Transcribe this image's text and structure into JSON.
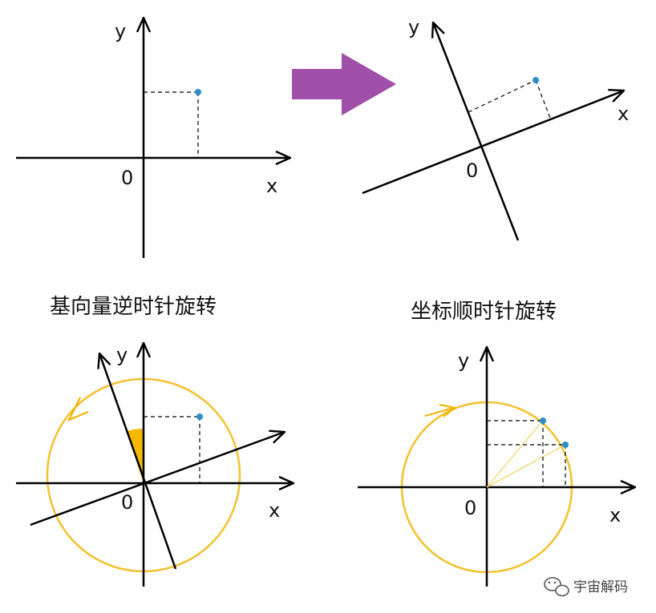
{
  "colors": {
    "axis": "#000000",
    "dashed": "#000000",
    "point": "#2a8fc4",
    "circle": "#f2c12e",
    "circle_arrow": "#f2b500",
    "angle_fill": "#f5b800",
    "guide_lines": "#f2d46a",
    "big_arrow": "#a050a8"
  },
  "panels": {
    "top_left": {
      "y_label": "y",
      "x_label": "x",
      "origin_label": "0"
    },
    "top_right": {
      "y_label": "y",
      "x_label": "x",
      "origin_label": "0"
    },
    "bottom_left": {
      "y_label": "y",
      "x_label": "x",
      "origin_label": "0",
      "caption": "基向量逆时针旋转"
    },
    "bottom_right": {
      "y_label": "y",
      "x_label": "x",
      "origin_label": "0",
      "caption": "坐标顺时针旋转"
    }
  },
  "watermark": {
    "text": "宇宙解码",
    "icon": "wechat-icon"
  }
}
